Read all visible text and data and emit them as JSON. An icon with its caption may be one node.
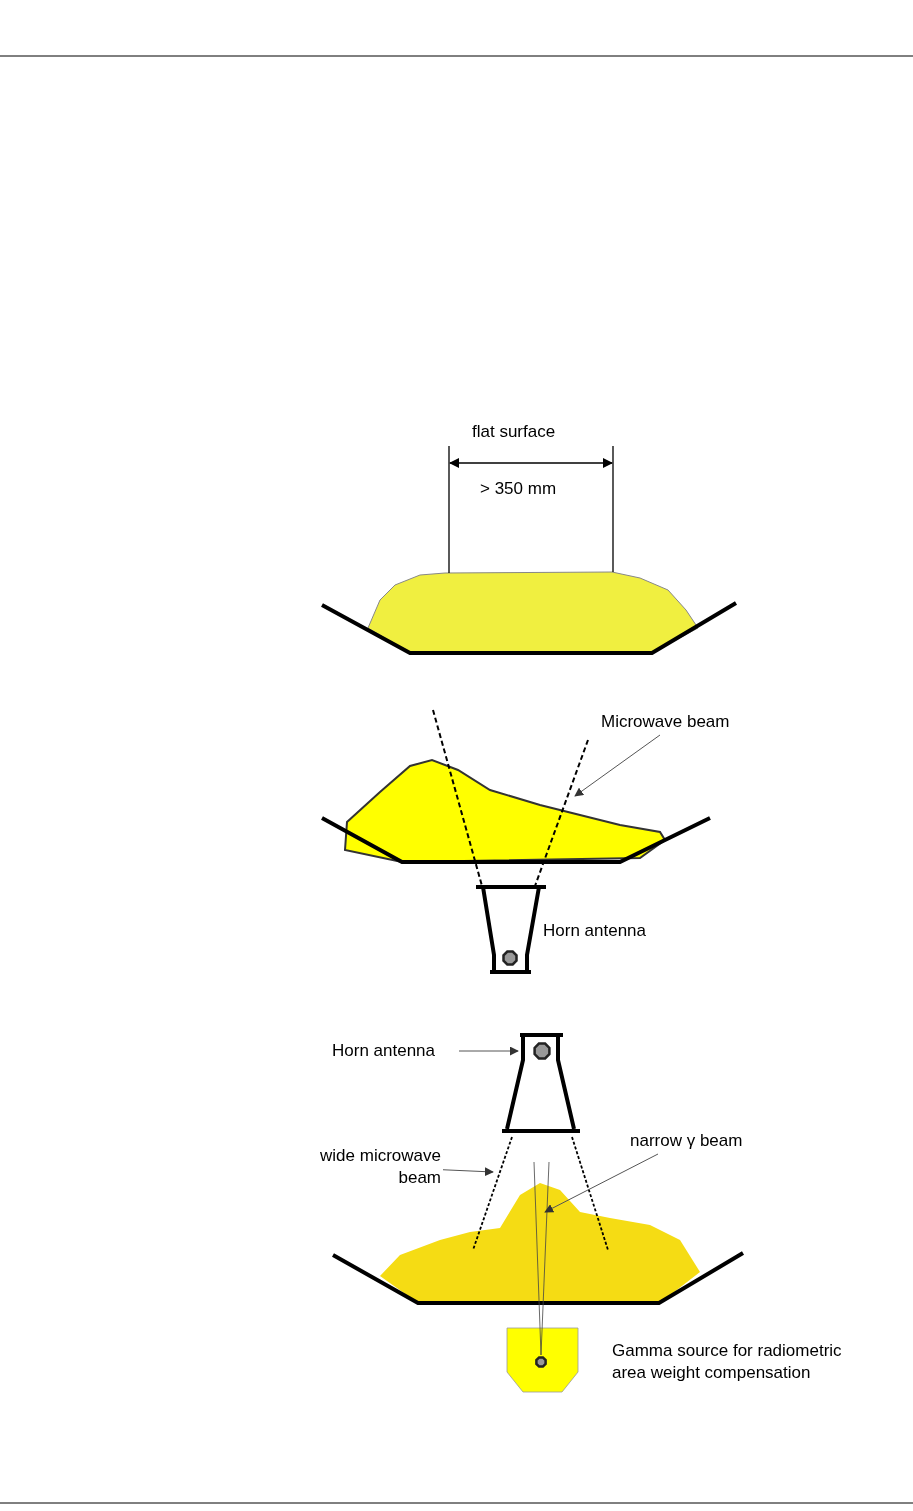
{
  "diagram": {
    "nodes": [
      {
        "text": [
          "Microwave beam"
        ]
      },
      {
        "text": [
          "Horn antenna"
        ]
      },
      {
        "text": [
          "wide microwave beam"
        ]
      },
      {
        "text": [
          "narrow γ beam"
        ]
      },
      {
        "text": [],
        "shape": "line"
      },
      {
        "text": [],
        "shape": "picture"
      },
      {
        "text": [],
        "shape": "line"
      },
      {
        "text": [],
        "shape": "line"
      }
    ],
    "edges": [
      {
        "from": 0,
        "to": 4,
        "arrow": "to"
      },
      {
        "from": 1,
        "to": 5,
        "arrow": "to"
      },
      {
        "from": 2,
        "to": 6,
        "arrow": "to"
      },
      {
        "from": 3,
        "to": 7,
        "arrow": "to"
      }
    ],
    "labels": [
      "flat surface",
      "> 350 mm",
      "Horn antenna",
      "Gamma source for radiometric area weight compensation"
    ]
  }
}
